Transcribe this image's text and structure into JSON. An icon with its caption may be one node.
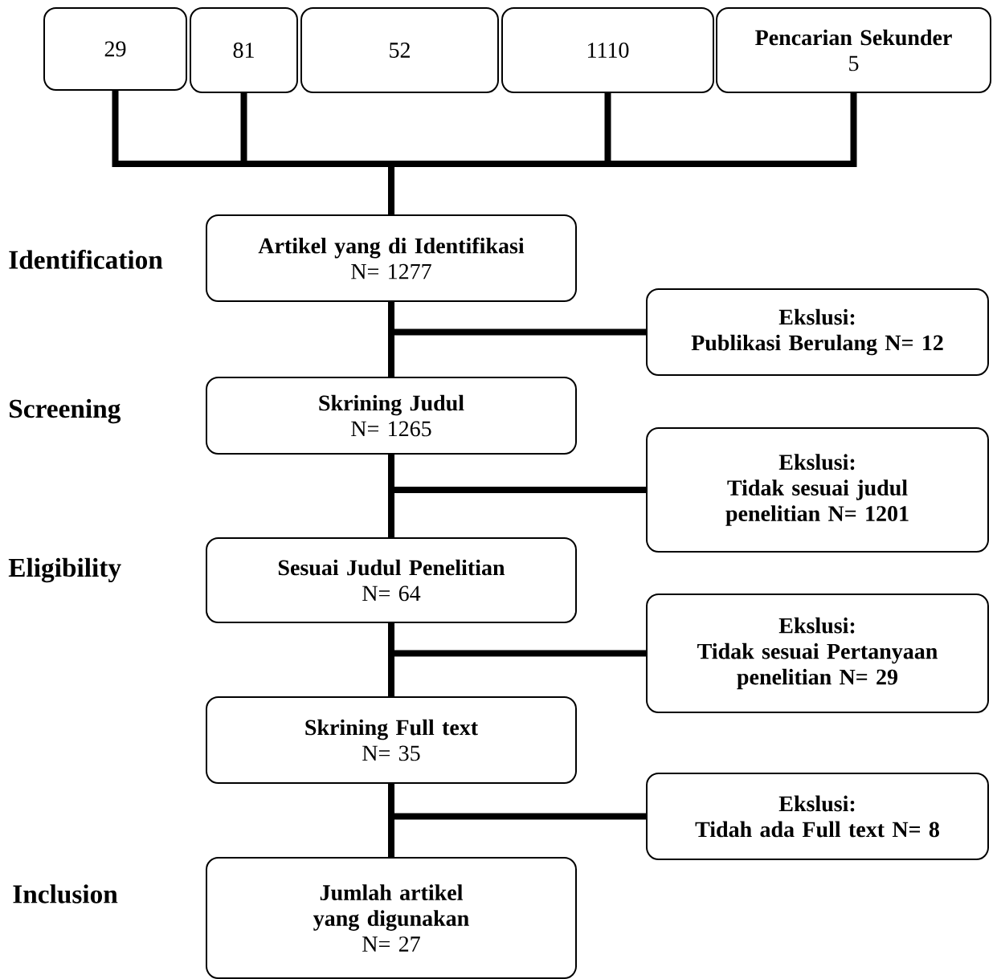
{
  "diagram": {
    "nodes": [
      {
        "text": [
          "29"
        ]
      },
      {
        "text": [
          "81"
        ]
      },
      {
        "text": [
          "52"
        ]
      },
      {
        "text": [
          "1110"
        ]
      },
      {
        "text": [
          "Pencarian Sekunder",
          "5"
        ]
      },
      {
        "text": [
          "Artikel yang di Identifikasi",
          "N= 1277"
        ]
      },
      {
        "text": [
          "Ekslusi:",
          "Publikasi Berulang N= 12"
        ]
      },
      {
        "text": [
          "Skrining Judul",
          "N= 1265"
        ]
      },
      {
        "text": [
          "Ekslusi:",
          "Tidak sesuai judul penelitian N= 1201"
        ]
      },
      {
        "text": [
          "Sesuai Judul Penelitian",
          "N= 64"
        ]
      },
      {
        "text": [
          "Ekslusi:",
          "Tidak sesuai Pertanyaan penelitian N= 29"
        ]
      },
      {
        "text": [
          "Skrining Full text",
          "N= 35"
        ]
      },
      {
        "text": [
          "Ekslusi:",
          "Tidah ada Full text N= 8"
        ]
      },
      {
        "text": [
          "Jumlah artikel yang digunakan",
          "N= 27"
        ]
      }
    ],
    "edges": [
      {
        "from": 0,
        "to": 5,
        "arrow": "none"
      },
      {
        "from": 1,
        "to": 5,
        "arrow": "none"
      },
      {
        "from": 3,
        "to": 5,
        "arrow": "none"
      },
      {
        "from": 4,
        "to": 5,
        "arrow": "none"
      },
      {
        "from": 5,
        "to": 7,
        "arrow": "none"
      },
      {
        "from": 5,
        "to": 6,
        "arrow": "none"
      },
      {
        "from": 7,
        "to": 9,
        "arrow": "none"
      },
      {
        "from": 7,
        "to": 8,
        "arrow": "none"
      },
      {
        "from": 9,
        "to": 11,
        "arrow": "none"
      },
      {
        "from": 9,
        "to": 10,
        "arrow": "none"
      },
      {
        "from": 11,
        "to": 13,
        "arrow": "none"
      },
      {
        "from": 11,
        "to": 12,
        "arrow": "none"
      }
    ],
    "labels": [
      "Identification",
      "Screening",
      "Eligibility",
      "Inclusion"
    ]
  }
}
